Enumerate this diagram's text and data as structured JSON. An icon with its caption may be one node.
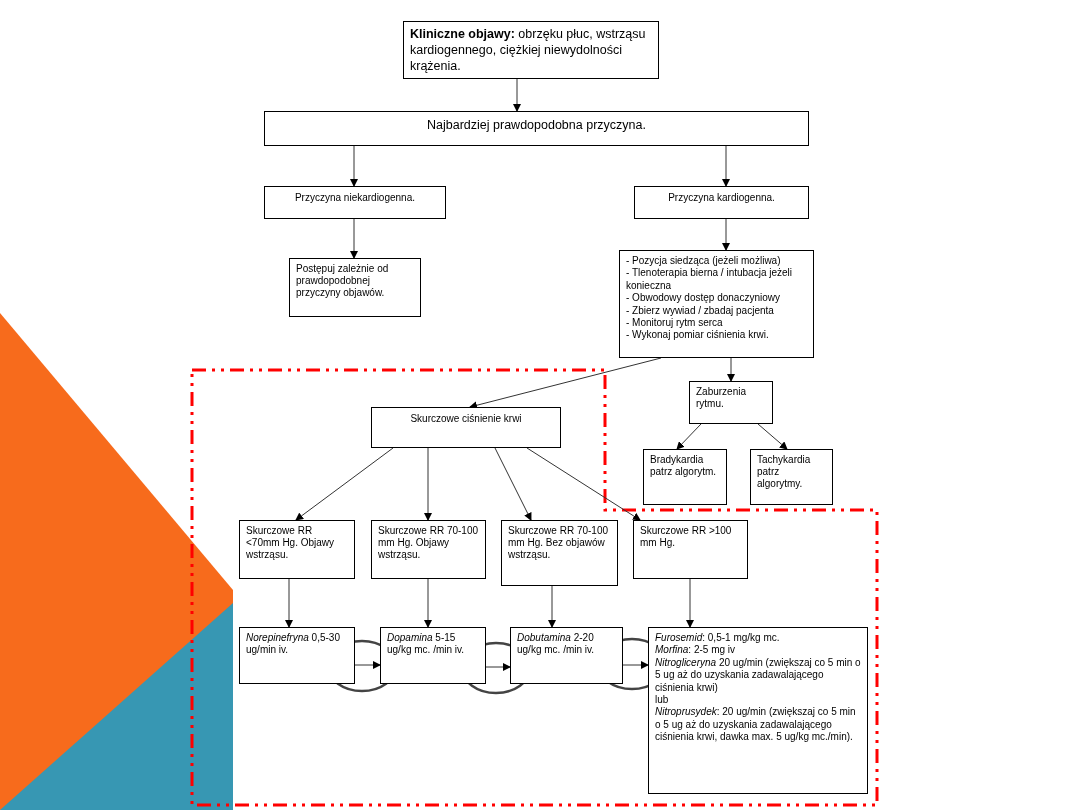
{
  "diagram": {
    "nodes": [
      {
        "text": [
          "**Kliniczne objawy:** obrzęku płuc, wstrząsu kardiogennego, ciężkiej niewydolności krążenia."
        ]
      },
      {
        "text": [
          "Najbardziej prawdopodobna przyczyna."
        ]
      },
      {
        "text": [
          "Przyczyna niekardiogenna."
        ]
      },
      {
        "text": [
          "Przyczyna kardiogenna."
        ]
      },
      {
        "text": [
          "Postępuj zależnie od prawdopodobnej przyczyny objawów."
        ]
      },
      {
        "text": [
          "- Pozycja siedząca (jeżeli możliwa)",
          "- Tlenoterapia bierna / intubacja jeżeli konieczna",
          "- Obwodowy dostęp donaczyniowy",
          "- Zbierz wywiad / zbadaj pacjenta",
          "- Monitoruj rytm serca",
          "- Wykonaj pomiar ciśnienia krwi."
        ]
      },
      {
        "text": [
          "Skurczowe ciśnienie krwi"
        ]
      },
      {
        "text": [
          "Zaburzenia rytmu."
        ]
      },
      {
        "text": [
          "Bradykardia patrz algorytm."
        ]
      },
      {
        "text": [
          "Tachykardia patrz algorytmy."
        ]
      },
      {
        "text": [
          "Skurczowe RR <70mm Hg. Objawy wstrząsu."
        ]
      },
      {
        "text": [
          "Skurczowe RR 70-100 mm Hg. Objawy wstrząsu."
        ]
      },
      {
        "text": [
          "Skurczowe RR 70-100 mm Hg. Bez objawów wstrząsu."
        ]
      },
      {
        "text": [
          "Skurczowe RR >100 mm Hg."
        ]
      },
      {
        "text": [
          "*Norepinefryna* 0,5-30 ug/min iv."
        ]
      },
      {
        "text": [
          "*Dopamina* 5-15 ug/kg mc. /min iv."
        ]
      },
      {
        "text": [
          "*Dobutamina* 2-20 ug/kg mc. /min iv."
        ]
      },
      {
        "text": [
          "*Furosemid*: 0,5-1 mg/kg mc.",
          "*Morfina*: 2-5 mg iv",
          "*Nitrogliceryna* 20 ug/min (zwiększaj co 5 min o 5 ug aż do uzyskania zadawalającego ciśnienia krwi)",
          "lub",
          "*Nitroprusydek*: 20 ug/min (zwiększaj co 5 min o 5 ug aż do uzyskania zadawalającego ciśnienia krwi, dawka max. 5 ug/kg mc./min)."
        ]
      }
    ],
    "edges": [
      {
        "from": 0,
        "to": 1,
        "arrow": "to"
      },
      {
        "from": 1,
        "to": 2,
        "arrow": "to"
      },
      {
        "from": 1,
        "to": 3,
        "arrow": "to"
      },
      {
        "from": 2,
        "to": 4,
        "arrow": "to"
      },
      {
        "from": 3,
        "to": 5,
        "arrow": "to"
      },
      {
        "from": 5,
        "to": 6,
        "arrow": "to"
      },
      {
        "from": 5,
        "to": 7,
        "arrow": "to"
      },
      {
        "from": 7,
        "to": 8,
        "arrow": "to"
      },
      {
        "from": 7,
        "to": 9,
        "arrow": "to"
      },
      {
        "from": 6,
        "to": 10,
        "arrow": "to"
      },
      {
        "from": 6,
        "to": 11,
        "arrow": "to"
      },
      {
        "from": 6,
        "to": 12,
        "arrow": "to"
      },
      {
        "from": 6,
        "to": 13,
        "arrow": "to"
      },
      {
        "from": 10,
        "to": 14,
        "arrow": "to"
      },
      {
        "from": 11,
        "to": 15,
        "arrow": "to"
      },
      {
        "from": 12,
        "to": 16,
        "arrow": "to"
      },
      {
        "from": 13,
        "to": 17,
        "arrow": "to"
      },
      {
        "from": 14,
        "to": 15,
        "arrow": "to"
      },
      {
        "from": 15,
        "to": 16,
        "arrow": "to"
      },
      {
        "from": 16,
        "to": 17,
        "arrow": "to"
      }
    ]
  }
}
